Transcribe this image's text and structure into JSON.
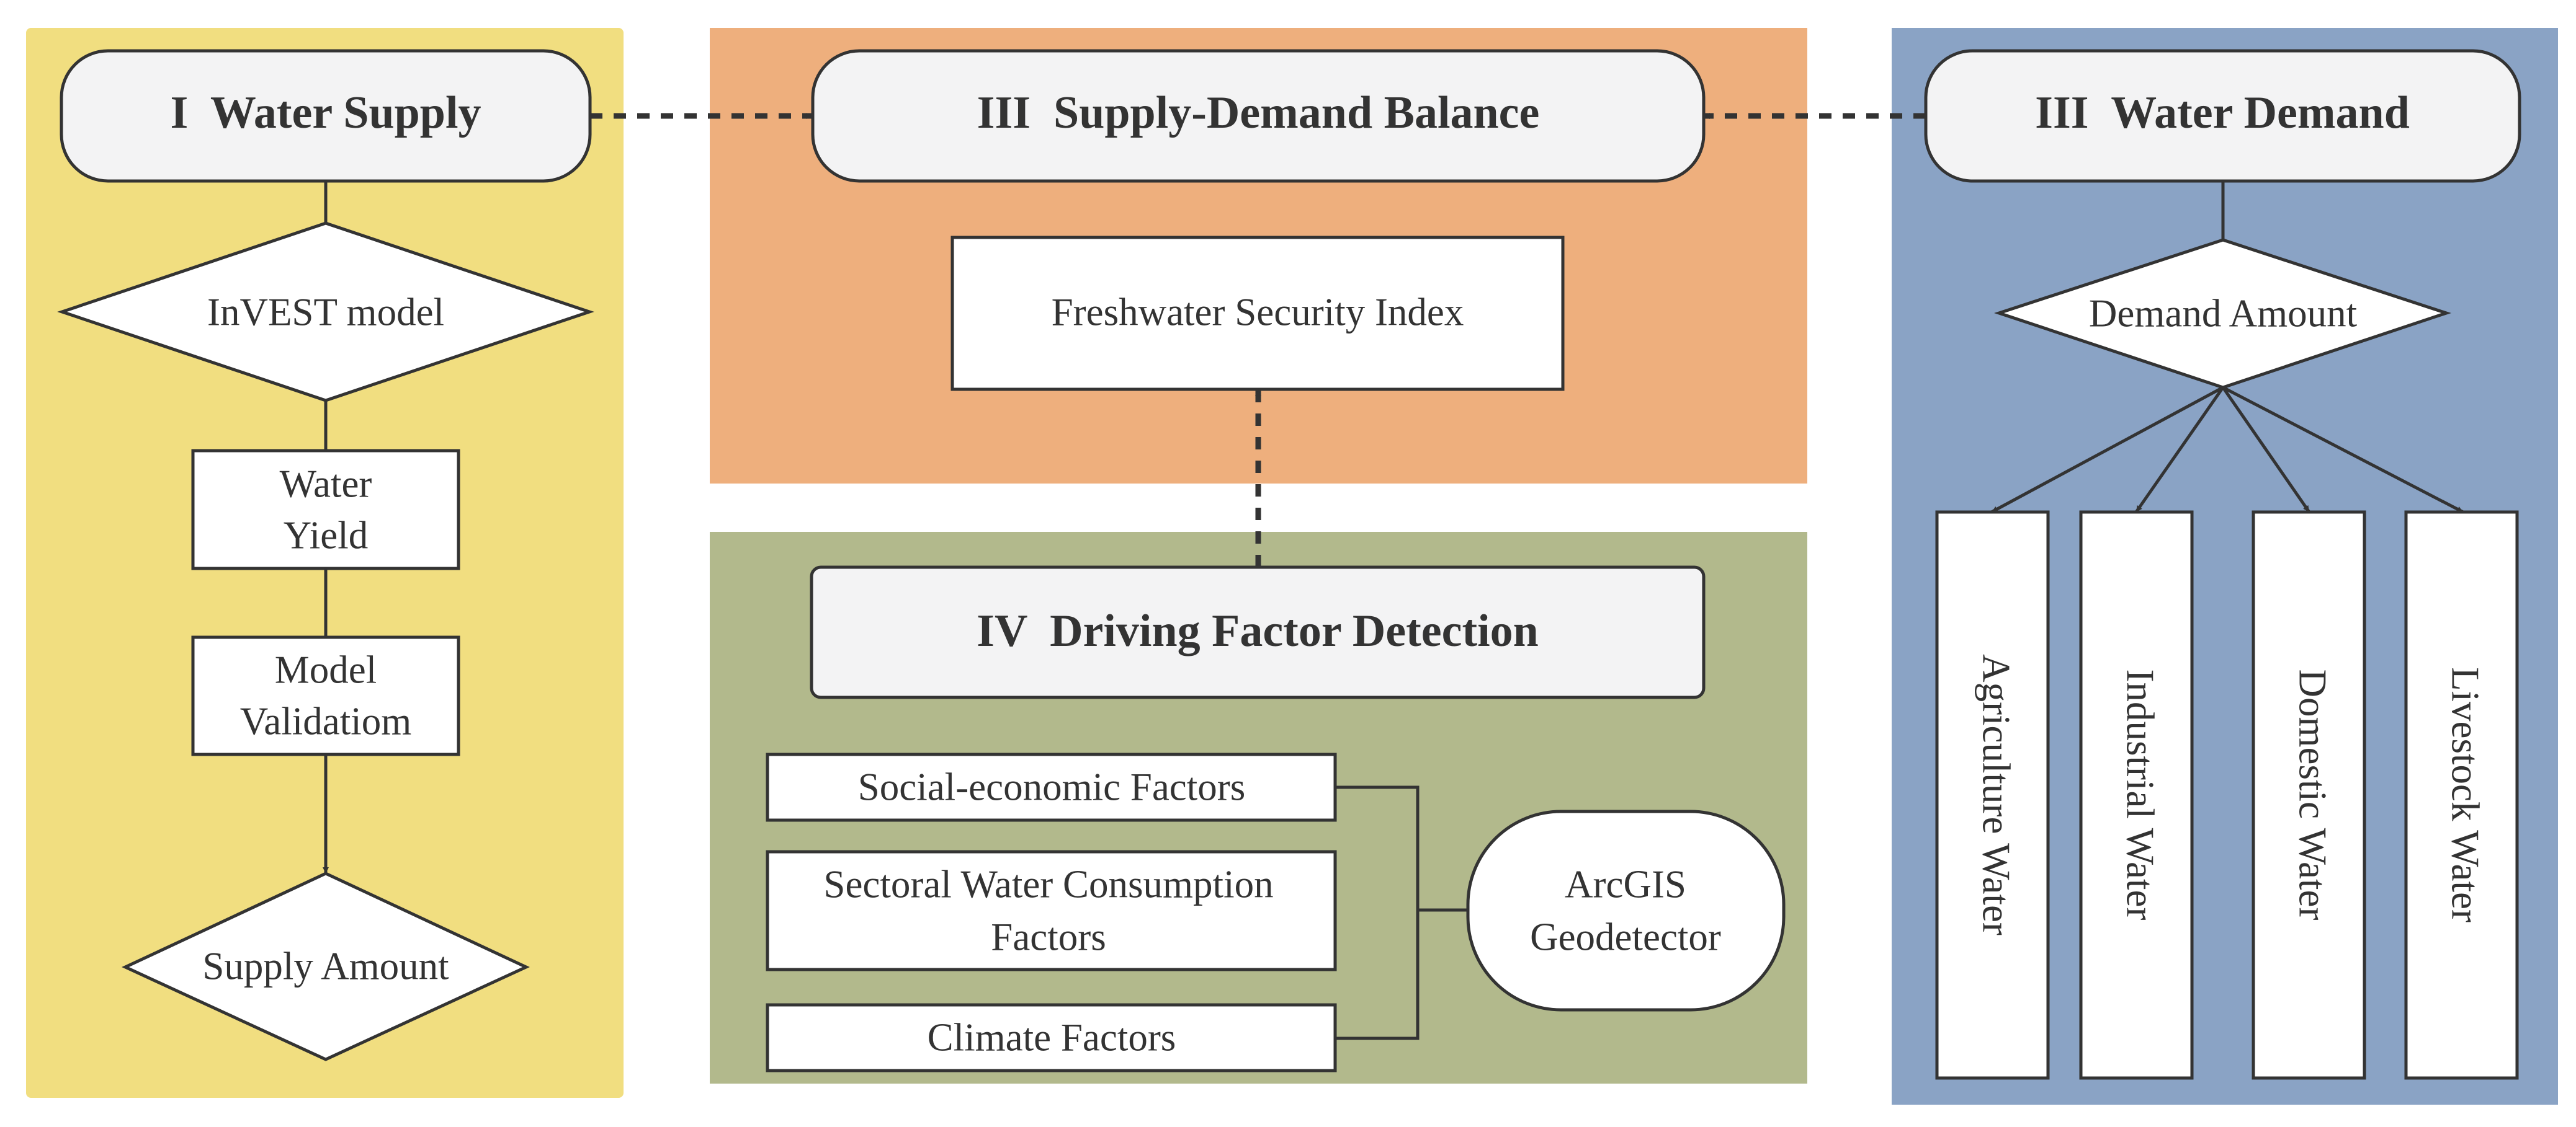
{
  "colors": {
    "panel_supply": "#F1DE80",
    "panel_balance": "#EEAF7D",
    "panel_driving": "#B2B98C",
    "panel_demand": "#8AA3C5",
    "header_fill": "#F3F3F4",
    "stroke": "#333333"
  },
  "supply": {
    "header": "I  Water Supply",
    "invest": "InVEST model",
    "yield_line1": "Water",
    "yield_line2": "Yield",
    "validation_line1": "Model",
    "validation_line2": "Validatiom",
    "amount": "Supply Amount"
  },
  "balance": {
    "header": "III  Supply-Demand Balance",
    "index": "Freshwater Security Index"
  },
  "demand": {
    "header": "III  Water Demand",
    "amount": "Demand Amount",
    "sectors": [
      "Agriculture Water",
      "Industrial Water",
      "Domestic Water",
      "Livestock Water"
    ]
  },
  "driving": {
    "header": "IV  Driving Factor Detection",
    "social": "Social-economic Factors",
    "sectoral_line1": "Sectoral Water Consumption",
    "sectoral_line2": "Factors",
    "climate": "Climate Factors",
    "tool_line1": "ArcGIS",
    "tool_line2": "Geodetector"
  }
}
